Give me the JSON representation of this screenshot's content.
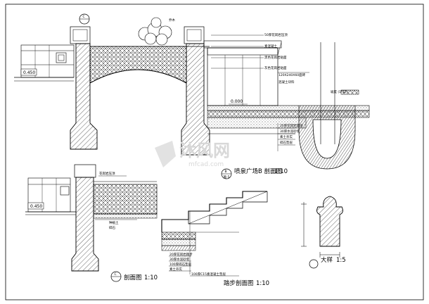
{
  "drawing": {
    "title_main": "喷泉广场B 剖面图",
    "title_main_scale": "1:10",
    "title_main_ref": "B",
    "title_main_sheet": "施-5",
    "title_top_ref": "C",
    "title_side": "剖面图",
    "title_side_scale": "1:10",
    "title_side_ref": "C",
    "title_stairs": "踏步剖面图",
    "title_stairs_scale": "1:10",
    "title_bollard": "大样",
    "title_bollard_scale": "1:5",
    "level_main": "0.450",
    "level_side": "0.450",
    "level_ground": "0.000",
    "spec_block": "120X240X60面砖",
    "wall_spec": "混凝土块料",
    "slope_note": "坡度 (1:12)",
    "main_notes": [
      "50厚花岗岩压顶",
      "素混凝土",
      "黑色花岗岩贴面",
      "灰色花岗岩贴面"
    ],
    "right_notes": [
      "20厚花岗岩面层",
      "30厚水泥砂浆",
      "素土夯实",
      "碎石垫层"
    ],
    "side_notes": [
      "花岗岩压顶",
      "种植土",
      "碎石"
    ],
    "stair_notes": [
      "20厚花岗岩踏步",
      "30厚水泥砂浆",
      "100厚碎石垫层",
      "素土夯实",
      "100厚C15素混凝土垫层"
    ],
    "tree_note": "乔木",
    "watermark_brand": "沐风网",
    "watermark_url": "mfcad.com"
  }
}
